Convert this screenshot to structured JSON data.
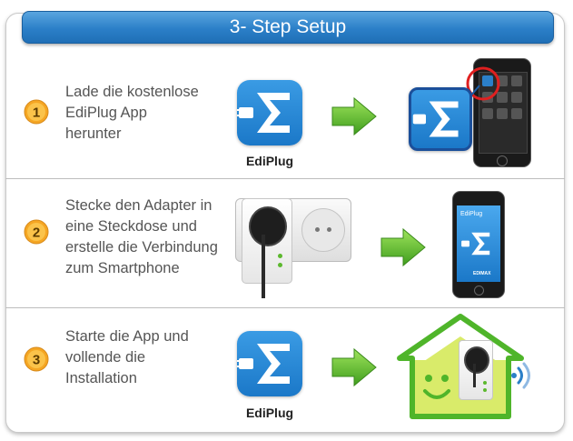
{
  "header": {
    "title": "3- Step Setup"
  },
  "steps": [
    {
      "number": "1",
      "text_lines": [
        "Lade die kostenlose",
        "EdiPlug App",
        "herunter"
      ],
      "app_label": "EdiPlug"
    },
    {
      "number": "2",
      "text_lines": [
        "Stecke den Adapter in",
        "eine Steckdose und",
        "erstelle die Verbindung",
        "zum Smartphone"
      ]
    },
    {
      "number": "3",
      "text_lines": [
        "Starte die App und",
        "vollende die",
        "Installation"
      ],
      "app_label": "EdiPlug"
    }
  ],
  "phone2": {
    "screen_title": "EdiPlug",
    "brand": "EDIMAX"
  },
  "colors": {
    "header_blue": "#2b7fc8",
    "badge_orange": "#f5a623",
    "arrow_green": "#5cb82e",
    "house_green": "#4fb52a"
  },
  "icons": [
    "ediplug-app-icon",
    "green-arrow-icon",
    "smartphone-icon",
    "smart-plug-icon",
    "house-icon",
    "wifi-signal-icon"
  ]
}
